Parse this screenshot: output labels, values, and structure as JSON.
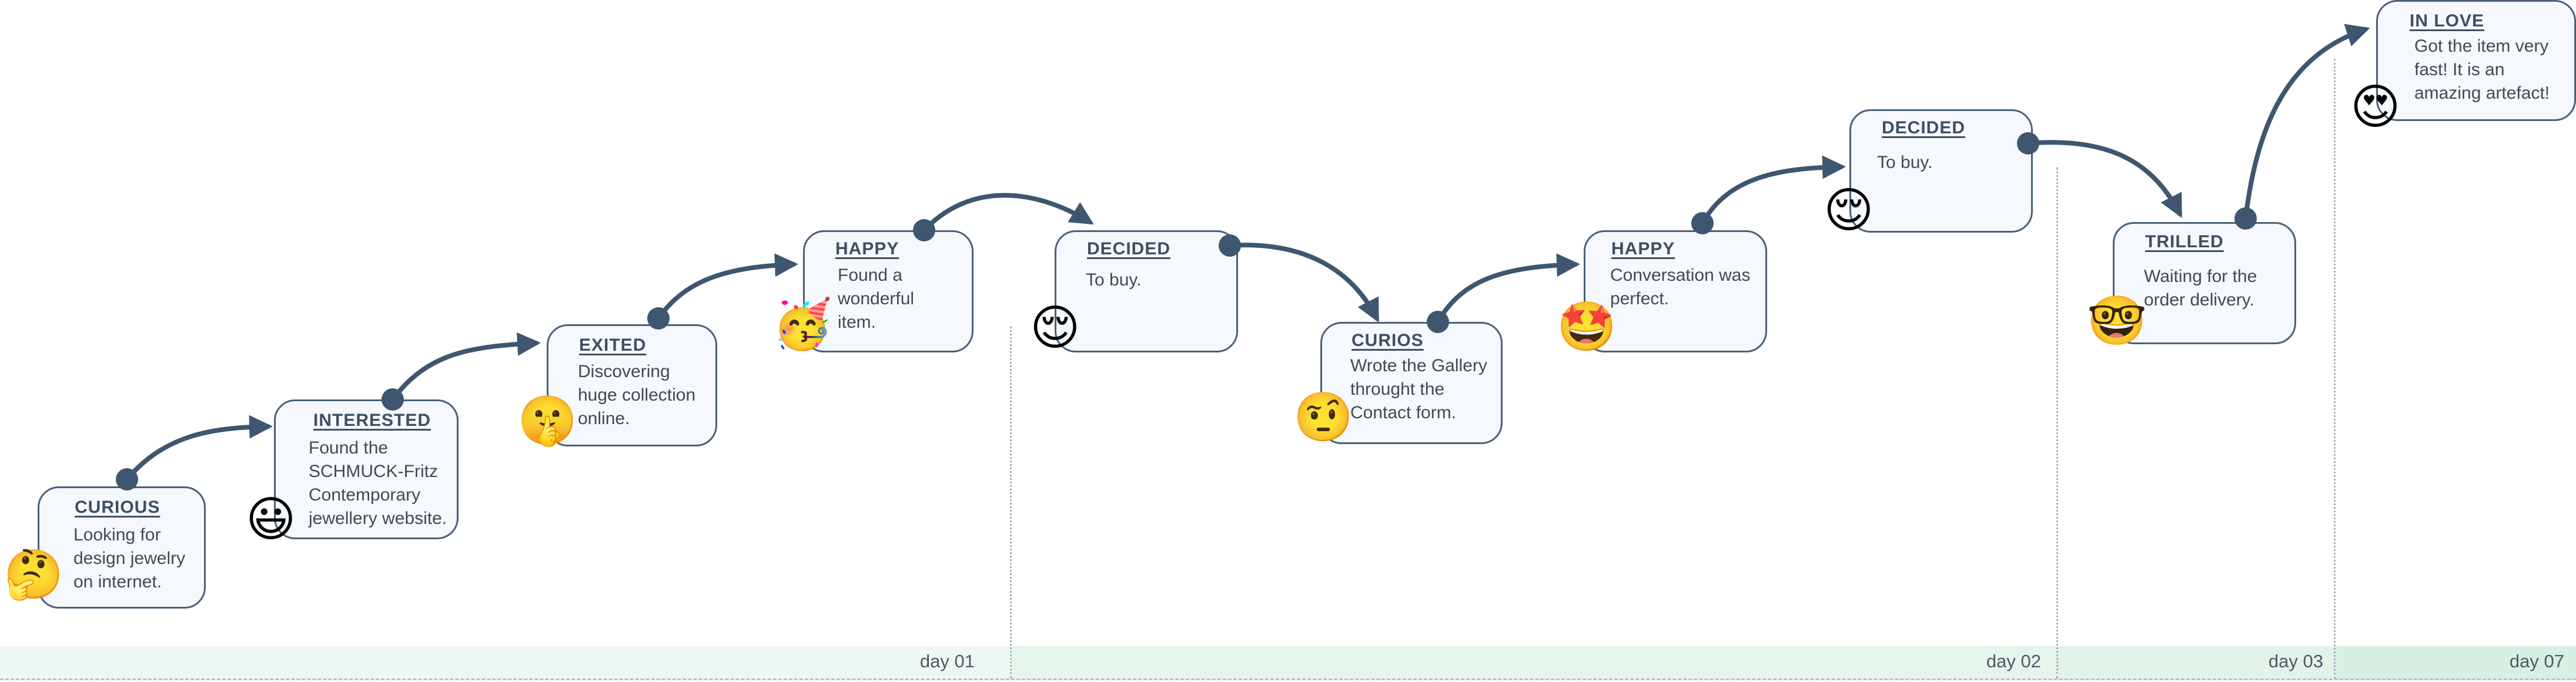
{
  "timeline": {
    "days": [
      "day 01",
      "day 02",
      "day 03",
      "day 07"
    ]
  },
  "colors": {
    "arrow": "#3e5670",
    "card_border": "#4a6078",
    "card_fill": "#f5f8fc",
    "band": "#e5f5ec"
  },
  "steps": [
    {
      "title": "CURIOUS",
      "desc": "Looking for\ndesign jewelry\non internet.",
      "emoji": "🤔",
      "icon": "thinking-face-icon"
    },
    {
      "title": "INTERESTED",
      "desc": "Found the\nSCHMUCK-Fritz\nContemporary\njewellery website.",
      "emoji": "😃",
      "icon": "grinning-face-icon"
    },
    {
      "title": "EXITED",
      "desc": "Discovering\nhuge collection\nonline.",
      "emoji": "🤫",
      "icon": "shushing-face-icon"
    },
    {
      "title": "HAPPY",
      "desc": "Found a\nwonderful\nitem.",
      "emoji": "🥳",
      "icon": "partying-face-icon"
    },
    {
      "title": "DECIDED",
      "desc": "To buy.",
      "emoji": "😌",
      "icon": "relieved-face-icon"
    },
    {
      "title": "CURIOS",
      "desc": "Wrote the Gallery\nthrought the\nContact form.",
      "emoji": "🤨",
      "icon": "raised-eyebrow-face-icon"
    },
    {
      "title": "HAPPY",
      "desc": "Conversation was\nperfect.",
      "emoji": "🤩",
      "icon": "star-struck-face-icon"
    },
    {
      "title": "DECIDED",
      "desc": "To buy.",
      "emoji": "😌",
      "icon": "relieved-face-icon"
    },
    {
      "title": "TRILLED",
      "desc": "Waiting for the\norder delivery.",
      "emoji": "🤓",
      "icon": "nerd-face-icon"
    },
    {
      "title": "IN LOVE",
      "desc": "Got the item very\nfast! It is an\namazing artefact!",
      "emoji": "😍",
      "icon": "heart-eyes-face-icon"
    }
  ]
}
